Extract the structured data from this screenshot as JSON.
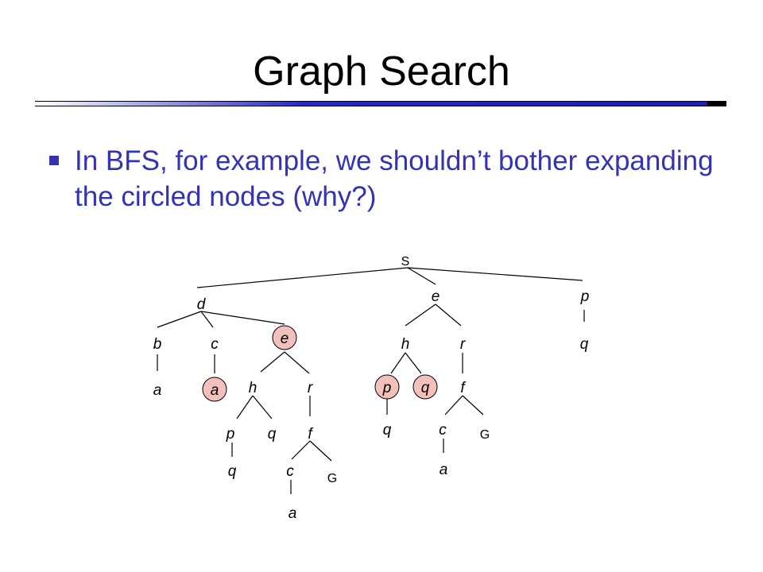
{
  "slide": {
    "title": "Graph Search",
    "bullets": [
      "In BFS, for example, we shouldn’t bother expanding the circled nodes (why?)"
    ]
  },
  "colors": {
    "text": "#000000",
    "bullet": "#3333b3",
    "rule": "#1f1fa8",
    "circled_node_fill": "#f4c0bb",
    "circled_node_stroke": "#000000"
  },
  "tree": {
    "nodes": [
      {
        "id": "S",
        "label": "S",
        "style": "upright"
      },
      {
        "id": "d",
        "label": "d"
      },
      {
        "id": "e1",
        "label": "e"
      },
      {
        "id": "p1",
        "label": "p"
      },
      {
        "id": "b",
        "label": "b"
      },
      {
        "id": "c1",
        "label": "c"
      },
      {
        "id": "e2",
        "label": "e",
        "circled": true
      },
      {
        "id": "a1",
        "label": "a"
      },
      {
        "id": "a2",
        "label": "a",
        "circled": true
      },
      {
        "id": "h1",
        "label": "h"
      },
      {
        "id": "r1",
        "label": "r"
      },
      {
        "id": "p2",
        "label": "p"
      },
      {
        "id": "q1",
        "label": "q"
      },
      {
        "id": "f1",
        "label": "f"
      },
      {
        "id": "q2",
        "label": "q"
      },
      {
        "id": "c2",
        "label": "c"
      },
      {
        "id": "G1",
        "label": "G",
        "style": "upright"
      },
      {
        "id": "a3",
        "label": "a"
      },
      {
        "id": "h2",
        "label": "h"
      },
      {
        "id": "r2",
        "label": "r"
      },
      {
        "id": "p3",
        "label": "p",
        "circled": true
      },
      {
        "id": "q3",
        "label": "q",
        "circled": true
      },
      {
        "id": "f2",
        "label": "f"
      },
      {
        "id": "q4",
        "label": "q"
      },
      {
        "id": "c3",
        "label": "c"
      },
      {
        "id": "G2",
        "label": "G",
        "style": "upright"
      },
      {
        "id": "a4",
        "label": "a"
      },
      {
        "id": "q5",
        "label": "q"
      }
    ],
    "edges": [
      [
        "S",
        "d"
      ],
      [
        "S",
        "e1"
      ],
      [
        "S",
        "p1"
      ],
      [
        "d",
        "b"
      ],
      [
        "d",
        "c1"
      ],
      [
        "d",
        "e2"
      ],
      [
        "b",
        "a1"
      ],
      [
        "c1",
        "a2"
      ],
      [
        "e2",
        "h1"
      ],
      [
        "e2",
        "r1"
      ],
      [
        "h1",
        "p2"
      ],
      [
        "h1",
        "q1"
      ],
      [
        "r1",
        "f1"
      ],
      [
        "p2",
        "q2"
      ],
      [
        "f1",
        "c2"
      ],
      [
        "f1",
        "G1"
      ],
      [
        "c2",
        "a3"
      ],
      [
        "e1",
        "h2"
      ],
      [
        "e1",
        "r2"
      ],
      [
        "h2",
        "p3"
      ],
      [
        "h2",
        "q3"
      ],
      [
        "r2",
        "f2"
      ],
      [
        "p3",
        "q4"
      ],
      [
        "f2",
        "c3"
      ],
      [
        "f2",
        "G2"
      ],
      [
        "c3",
        "a4"
      ],
      [
        "p1",
        "q5"
      ]
    ]
  }
}
